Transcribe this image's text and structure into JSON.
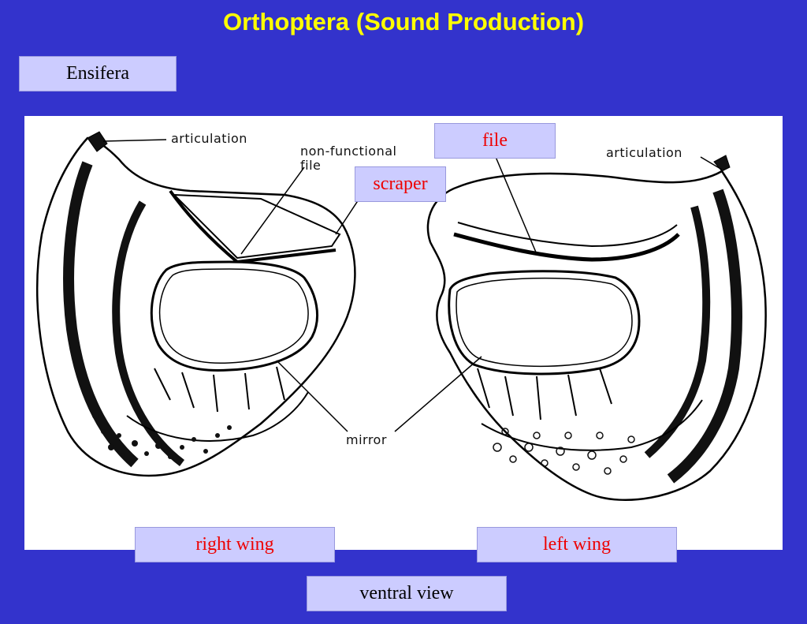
{
  "title": "Orthoptera (Sound Production)",
  "boxes": {
    "ensifera": "Ensifera",
    "file": "file",
    "scraper": "scraper",
    "right_wing": "right wing",
    "left_wing": "left wing",
    "ventral_view": "ventral view"
  },
  "figure_labels": {
    "articulation_left": "articulation",
    "non_functional_line1": "non-functional",
    "non_functional_line2": "file",
    "articulation_right": "articulation",
    "mirror": "mirror"
  },
  "colors": {
    "background": "#3333cc",
    "title": "#ffff00",
    "box_fill": "#ccccff",
    "label_red": "#ee0000"
  }
}
